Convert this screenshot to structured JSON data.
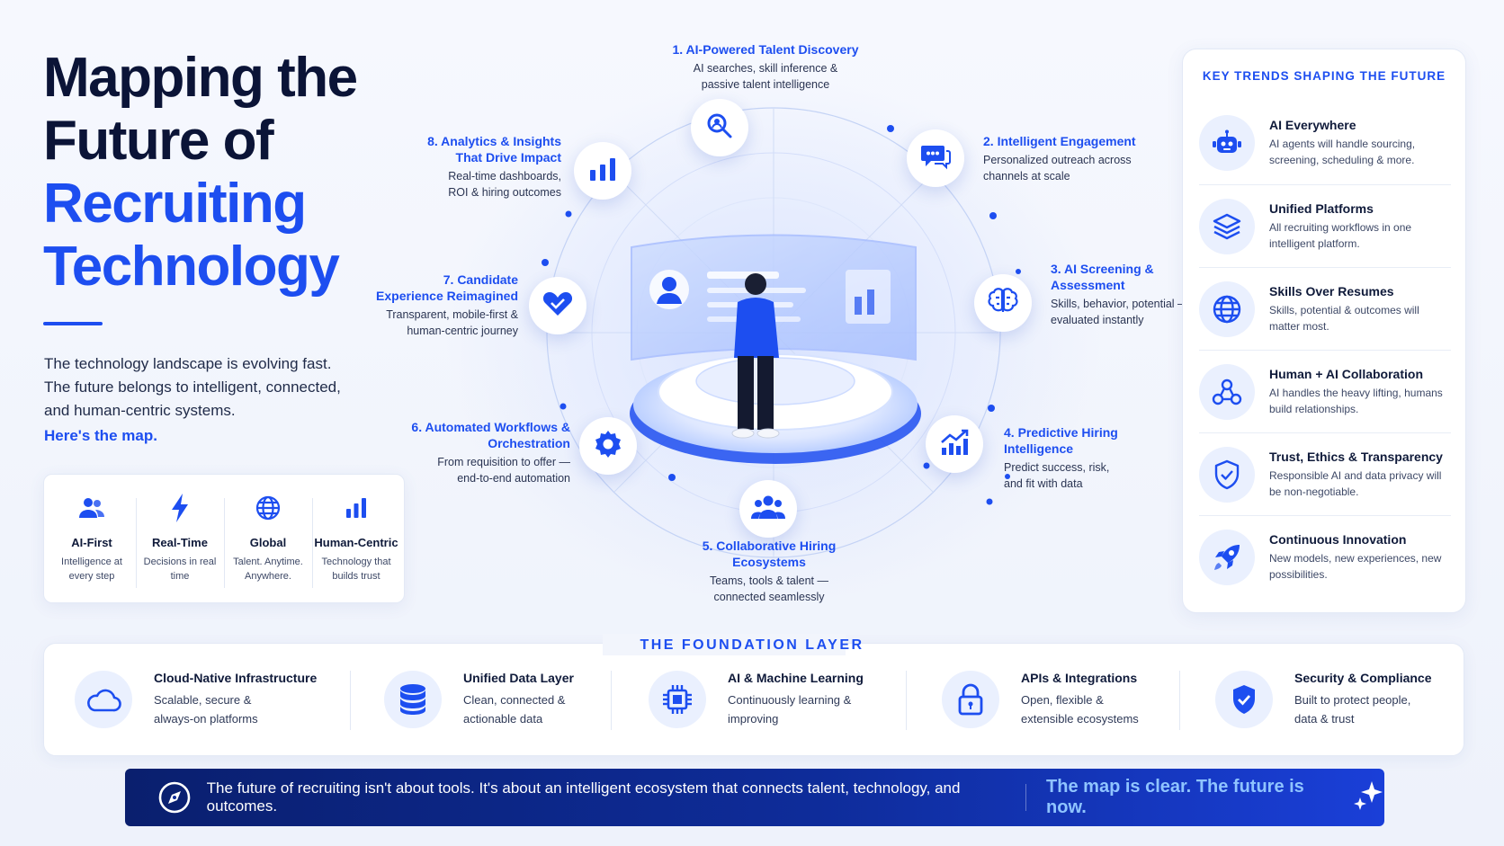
{
  "hero": {
    "title_line1": "Mapping the",
    "title_line2": "Future of",
    "title_line3": "Recruiting",
    "title_line4": "Technology",
    "intro": "The technology landscape is evolving fast. The future belongs to intelligent, connected, and human-centric systems.",
    "cta": "Here's the map."
  },
  "pillars": [
    {
      "icon": "users-icon",
      "title": "AI-First",
      "text": "Intelligence at every step"
    },
    {
      "icon": "lightning-icon",
      "title": "Real-Time",
      "text": "Decisions in real time"
    },
    {
      "icon": "globe-icon",
      "title": "Global",
      "text": "Talent. Anytime. Anywhere."
    },
    {
      "icon": "bar-chart-icon",
      "title": "Human-Centric",
      "text": "Technology that builds trust"
    }
  ],
  "diagram_nodes": [
    {
      "icon": "search-icon",
      "title": "1. AI-Powered Talent Discovery",
      "text": "AI searches, skill inference & passive talent intelligence"
    },
    {
      "icon": "chat-icon",
      "title": "2. Intelligent Engagement",
      "text": "Personalized outreach across channels at scale"
    },
    {
      "icon": "brain-icon",
      "title": "3. AI Screening & Assessment",
      "text": "Skills, behavior, potential — evaluated instantly"
    },
    {
      "icon": "trend-up-icon",
      "title": "4. Predictive Hiring Intelligence",
      "text": "Predict success, risk, and fit with data"
    },
    {
      "icon": "team-icon",
      "title": "5. Collaborative Hiring Ecosystems",
      "text": "Teams, tools & talent — connected seamlessly"
    },
    {
      "icon": "gear-icon",
      "title": "6. Automated Workflows & Orchestration",
      "text": "From requisition to offer — end-to-end automation"
    },
    {
      "icon": "heart-icon",
      "title": "7. Candidate Experience Reimagined",
      "text": "Transparent, mobile-first & human-centric journey"
    },
    {
      "icon": "analytics-icon",
      "title": "8. Analytics & Insights That Drive Impact",
      "text": "Real-time dashboards, ROI & hiring outcomes"
    }
  ],
  "trends": {
    "heading": "KEY TRENDS SHAPING THE FUTURE",
    "items": [
      {
        "icon": "robot-icon",
        "title": "AI Everywhere",
        "text": "AI agents will handle sourcing, screening, scheduling & more."
      },
      {
        "icon": "layers-icon",
        "title": "Unified Platforms",
        "text": "All recruiting workflows in one intelligent platform."
      },
      {
        "icon": "globe-icon",
        "title": "Skills Over Resumes",
        "text": "Skills, potential & outcomes will matter most."
      },
      {
        "icon": "network-icon",
        "title": "Human + AI Collaboration",
        "text": "AI handles the heavy lifting, humans build relationships."
      },
      {
        "icon": "shield-check-icon",
        "title": "Trust, Ethics & Transparency",
        "text": "Responsible AI and data privacy will be non-negotiable."
      },
      {
        "icon": "rocket-icon",
        "title": "Continuous Innovation",
        "text": "New models, new experiences, new possibilities."
      }
    ]
  },
  "foundation": {
    "heading": "THE FOUNDATION LAYER",
    "items": [
      {
        "icon": "cloud-icon",
        "title": "Cloud-Native Infrastructure",
        "text": "Scalable, secure & always-on platforms"
      },
      {
        "icon": "database-icon",
        "title": "Unified Data Layer",
        "text": "Clean, connected & actionable data"
      },
      {
        "icon": "chip-icon",
        "title": "AI & Machine Learning",
        "text": "Continuously learning & improving"
      },
      {
        "icon": "lock-icon",
        "title": "APIs & Integrations",
        "text": "Open, flexible & extensible ecosystems"
      },
      {
        "icon": "shield-icon",
        "title": "Security & Compliance",
        "text": "Built to protect people, data & trust"
      }
    ]
  },
  "banner": {
    "text": "The future of recruiting isn't about tools. It's about an intelligent ecosystem that connects talent, technology, and outcomes.",
    "cta": "The map is clear. The future is now."
  },
  "colors": {
    "accent": "#1d4ef0",
    "navy": "#0b1437",
    "banner_start": "#0a1f6e",
    "banner_end": "#1a3fd8",
    "cta_light": "#8fc4ff"
  }
}
